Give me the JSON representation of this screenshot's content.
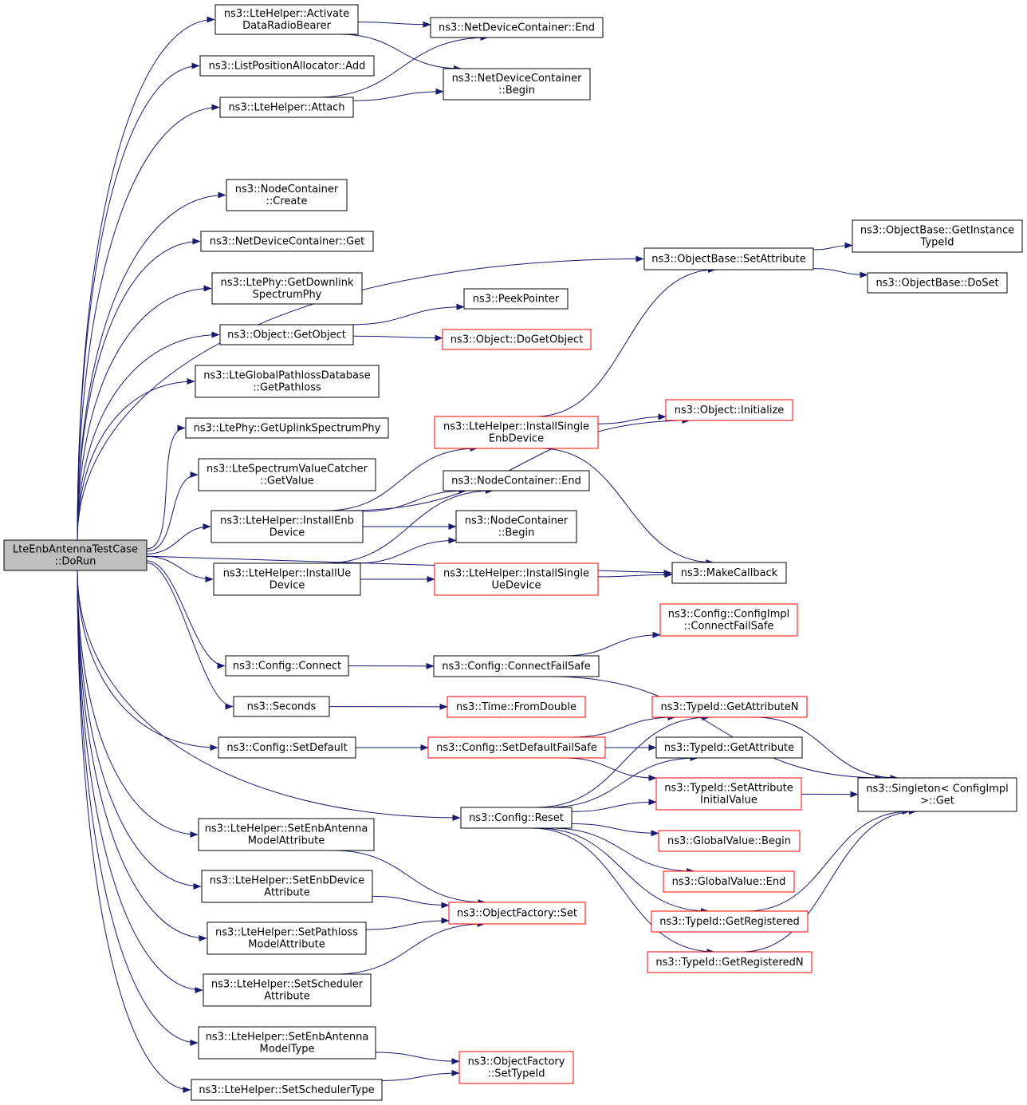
{
  "colors": {
    "edge": "#191970",
    "border_normal": "#000000",
    "border_incomplete": "#ff0000",
    "root_fill": "#bfbfbf",
    "node_fill": "#ffffff"
  },
  "nodes": [
    {
      "id": "root",
      "lines": [
        "LteEnbAntennaTestCase",
        "::DoRun"
      ],
      "style": "root"
    },
    {
      "id": "activateDRB",
      "lines": [
        "ns3::LteHelper::Activate",
        "DataRadioBearer"
      ],
      "style": "normal"
    },
    {
      "id": "listPosAdd",
      "lines": [
        "ns3::ListPositionAllocator::Add"
      ],
      "style": "normal"
    },
    {
      "id": "attach",
      "lines": [
        "ns3::LteHelper::Attach"
      ],
      "style": "normal"
    },
    {
      "id": "ndcEnd",
      "lines": [
        "ns3::NetDeviceContainer::End"
      ],
      "style": "normal"
    },
    {
      "id": "ndcBegin",
      "lines": [
        "ns3::NetDeviceContainer",
        "::Begin"
      ],
      "style": "normal"
    },
    {
      "id": "ncCreate",
      "lines": [
        "ns3::NodeContainer",
        "::Create"
      ],
      "style": "normal"
    },
    {
      "id": "ndcGet",
      "lines": [
        "ns3::NetDeviceContainer::Get"
      ],
      "style": "normal"
    },
    {
      "id": "getDlSpec",
      "lines": [
        "ns3::LtePhy::GetDownlink",
        "SpectrumPhy"
      ],
      "style": "normal"
    },
    {
      "id": "getObject",
      "lines": [
        "ns3::Object::GetObject"
      ],
      "style": "normal"
    },
    {
      "id": "getPathloss",
      "lines": [
        "ns3::LteGlobalPathlossDatabase",
        "::GetPathloss"
      ],
      "style": "normal"
    },
    {
      "id": "getUlSpec",
      "lines": [
        "ns3::LtePhy::GetUplinkSpectrumPhy"
      ],
      "style": "normal"
    },
    {
      "id": "getValue",
      "lines": [
        "ns3::LteSpectrumValueCatcher",
        "::GetValue"
      ],
      "style": "normal"
    },
    {
      "id": "installEnb",
      "lines": [
        "ns3::LteHelper::InstallEnb",
        "Device"
      ],
      "style": "normal"
    },
    {
      "id": "installUe",
      "lines": [
        "ns3::LteHelper::InstallUe",
        "Device"
      ],
      "style": "normal"
    },
    {
      "id": "cfgConnect",
      "lines": [
        "ns3::Config::Connect"
      ],
      "style": "normal"
    },
    {
      "id": "seconds",
      "lines": [
        "ns3::Seconds"
      ],
      "style": "normal"
    },
    {
      "id": "cfgSetDefault",
      "lines": [
        "ns3::Config::SetDefault"
      ],
      "style": "normal"
    },
    {
      "id": "setEnbAntAttr",
      "lines": [
        "ns3::LteHelper::SetEnbAntenna",
        "ModelAttribute"
      ],
      "style": "normal"
    },
    {
      "id": "setEnbDevAttr",
      "lines": [
        "ns3::LteHelper::SetEnbDevice",
        "Attribute"
      ],
      "style": "normal"
    },
    {
      "id": "setPathlossAttr",
      "lines": [
        "ns3::LteHelper::SetPathloss",
        "ModelAttribute"
      ],
      "style": "normal"
    },
    {
      "id": "setSchedAttr",
      "lines": [
        "ns3::LteHelper::SetScheduler",
        "Attribute"
      ],
      "style": "normal"
    },
    {
      "id": "setEnbAntType",
      "lines": [
        "ns3::LteHelper::SetEnbAntenna",
        "ModelType"
      ],
      "style": "normal"
    },
    {
      "id": "setSchedType",
      "lines": [
        "ns3::LteHelper::SetSchedulerType"
      ],
      "style": "normal"
    },
    {
      "id": "objBaseSetAttr",
      "lines": [
        "ns3::ObjectBase::SetAttribute"
      ],
      "style": "normal"
    },
    {
      "id": "peekPointer",
      "lines": [
        "ns3::PeekPointer"
      ],
      "style": "normal"
    },
    {
      "id": "doGetObject",
      "lines": [
        "ns3::Object::DoGetObject"
      ],
      "style": "incomplete"
    },
    {
      "id": "installSingleEnb",
      "lines": [
        "ns3::LteHelper::InstallSingle",
        "EnbDevice"
      ],
      "style": "incomplete"
    },
    {
      "id": "ncEnd",
      "lines": [
        "ns3::NodeContainer::End"
      ],
      "style": "normal"
    },
    {
      "id": "ncBegin",
      "lines": [
        "ns3::NodeContainer",
        "::Begin"
      ],
      "style": "normal"
    },
    {
      "id": "installSingleUe",
      "lines": [
        "ns3::LteHelper::InstallSingle",
        "UeDevice"
      ],
      "style": "incomplete"
    },
    {
      "id": "cfgConnectFailSafe",
      "lines": [
        "ns3::Config::ConnectFailSafe"
      ],
      "style": "normal"
    },
    {
      "id": "timeFromDouble",
      "lines": [
        "ns3::Time::FromDouble"
      ],
      "style": "incomplete"
    },
    {
      "id": "cfgSetDefaultFailSafe",
      "lines": [
        "ns3::Config::SetDefaultFailSafe"
      ],
      "style": "incomplete"
    },
    {
      "id": "cfgReset",
      "lines": [
        "ns3::Config::Reset"
      ],
      "style": "normal"
    },
    {
      "id": "objFactSet",
      "lines": [
        "ns3::ObjectFactory::Set"
      ],
      "style": "incomplete"
    },
    {
      "id": "objFactSetTypeId",
      "lines": [
        "ns3::ObjectFactory",
        "::SetTypeId"
      ],
      "style": "incomplete"
    },
    {
      "id": "getInstanceTypeId",
      "lines": [
        "ns3::ObjectBase::GetInstance",
        "TypeId"
      ],
      "style": "normal"
    },
    {
      "id": "objBaseDoSet",
      "lines": [
        "ns3::ObjectBase::DoSet"
      ],
      "style": "normal"
    },
    {
      "id": "objInitialize",
      "lines": [
        "ns3::Object::Initialize"
      ],
      "style": "incomplete"
    },
    {
      "id": "makeCallback",
      "lines": [
        "ns3::MakeCallback"
      ],
      "style": "normal"
    },
    {
      "id": "cfgImplConnectFailSafe",
      "lines": [
        "ns3::Config::ConfigImpl",
        "::ConnectFailSafe"
      ],
      "style": "incomplete"
    },
    {
      "id": "typeIdGetAttrN",
      "lines": [
        "ns3::TypeId::GetAttributeN"
      ],
      "style": "incomplete"
    },
    {
      "id": "typeIdGetAttr",
      "lines": [
        "ns3::TypeId::GetAttribute"
      ],
      "style": "normal"
    },
    {
      "id": "typeIdSetAttrInit",
      "lines": [
        "ns3::TypeId::SetAttribute",
        "InitialValue"
      ],
      "style": "incomplete"
    },
    {
      "id": "gvBegin",
      "lines": [
        "ns3::GlobalValue::Begin"
      ],
      "style": "incomplete"
    },
    {
      "id": "gvEnd",
      "lines": [
        "ns3::GlobalValue::End"
      ],
      "style": "incomplete"
    },
    {
      "id": "typeIdGetReg",
      "lines": [
        "ns3::TypeId::GetRegistered"
      ],
      "style": "incomplete"
    },
    {
      "id": "typeIdGetRegN",
      "lines": [
        "ns3::TypeId::GetRegisteredN"
      ],
      "style": "incomplete"
    },
    {
      "id": "singletonGet",
      "lines": [
        "ns3::Singleton< ConfigImpl",
        " >::Get"
      ],
      "style": "normal"
    }
  ],
  "edges": [
    [
      "root",
      "activateDRB"
    ],
    [
      "root",
      "listPosAdd"
    ],
    [
      "root",
      "attach"
    ],
    [
      "root",
      "ncCreate"
    ],
    [
      "root",
      "ndcGet"
    ],
    [
      "root",
      "getDlSpec"
    ],
    [
      "root",
      "getObject"
    ],
    [
      "root",
      "getPathloss"
    ],
    [
      "root",
      "getUlSpec"
    ],
    [
      "root",
      "getValue"
    ],
    [
      "root",
      "installEnb"
    ],
    [
      "root",
      "installUe"
    ],
    [
      "root",
      "objBaseSetAttr"
    ],
    [
      "root",
      "makeCallback"
    ],
    [
      "root",
      "cfgConnect"
    ],
    [
      "root",
      "seconds"
    ],
    [
      "root",
      "cfgSetDefault"
    ],
    [
      "root",
      "cfgReset"
    ],
    [
      "root",
      "setEnbAntAttr"
    ],
    [
      "root",
      "setEnbDevAttr"
    ],
    [
      "root",
      "setPathlossAttr"
    ],
    [
      "root",
      "setSchedAttr"
    ],
    [
      "root",
      "setEnbAntType"
    ],
    [
      "root",
      "setSchedType"
    ],
    [
      "activateDRB",
      "ndcEnd"
    ],
    [
      "activateDRB",
      "ndcBegin"
    ],
    [
      "attach",
      "ndcEnd"
    ],
    [
      "attach",
      "ndcBegin"
    ],
    [
      "getObject",
      "peekPointer"
    ],
    [
      "getObject",
      "doGetObject"
    ],
    [
      "installEnb",
      "installSingleEnb"
    ],
    [
      "installEnb",
      "ncEnd"
    ],
    [
      "installEnb",
      "ncBegin"
    ],
    [
      "installEnb",
      "objInitialize"
    ],
    [
      "installUe",
      "ncEnd"
    ],
    [
      "installUe",
      "ncBegin"
    ],
    [
      "installUe",
      "installSingleUe"
    ],
    [
      "installSingleEnb",
      "objInitialize"
    ],
    [
      "installSingleEnb",
      "objBaseSetAttr"
    ],
    [
      "installSingleEnb",
      "makeCallback"
    ],
    [
      "installSingleUe",
      "makeCallback"
    ],
    [
      "objBaseSetAttr",
      "getInstanceTypeId"
    ],
    [
      "objBaseSetAttr",
      "objBaseDoSet"
    ],
    [
      "cfgConnect",
      "cfgConnectFailSafe"
    ],
    [
      "cfgConnectFailSafe",
      "cfgImplConnectFailSafe"
    ],
    [
      "cfgConnectFailSafe",
      "singletonGet"
    ],
    [
      "seconds",
      "timeFromDouble"
    ],
    [
      "cfgSetDefault",
      "cfgSetDefaultFailSafe"
    ],
    [
      "cfgSetDefaultFailSafe",
      "typeIdGetAttrN"
    ],
    [
      "cfgSetDefaultFailSafe",
      "typeIdGetAttr"
    ],
    [
      "cfgSetDefaultFailSafe",
      "typeIdSetAttrInit"
    ],
    [
      "cfgReset",
      "typeIdGetAttrN"
    ],
    [
      "cfgReset",
      "typeIdGetAttr"
    ],
    [
      "cfgReset",
      "typeIdSetAttrInit"
    ],
    [
      "cfgReset",
      "gvBegin"
    ],
    [
      "cfgReset",
      "gvEnd"
    ],
    [
      "cfgReset",
      "typeIdGetReg"
    ],
    [
      "cfgReset",
      "typeIdGetRegN"
    ],
    [
      "typeIdGetAttrN",
      "singletonGet"
    ],
    [
      "typeIdSetAttrInit",
      "singletonGet"
    ],
    [
      "typeIdGetReg",
      "singletonGet"
    ],
    [
      "typeIdGetRegN",
      "singletonGet"
    ],
    [
      "setEnbAntAttr",
      "objFactSet"
    ],
    [
      "setEnbDevAttr",
      "objFactSet"
    ],
    [
      "setPathlossAttr",
      "objFactSet"
    ],
    [
      "setSchedAttr",
      "objFactSet"
    ],
    [
      "setEnbAntType",
      "objFactSetTypeId"
    ],
    [
      "setSchedType",
      "objFactSetTypeId"
    ]
  ]
}
